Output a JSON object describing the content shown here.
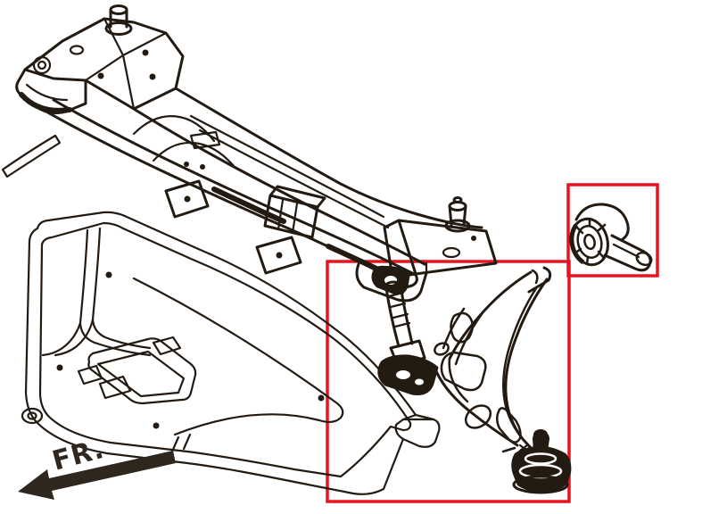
{
  "page": {
    "background": "#ffffff",
    "kind": "vehicle-parts-line-diagram"
  },
  "colors": {
    "line_ink": "#231a12",
    "highlight_red": "#e8141e",
    "direction_arrow": "#2f261e"
  },
  "labels": {
    "direction": "FR."
  },
  "parts": [
    {
      "name": "front-subframe-crossmember",
      "highlighted": false
    },
    {
      "name": "under-cover-skid-plate",
      "highlighted": false
    },
    {
      "name": "front-lower-control-arm",
      "highlighted": true
    },
    {
      "name": "control-arm-rear-bushing",
      "highlighted": true
    }
  ],
  "highlight_boxes": [
    {
      "name": "control-arm-highlight-box"
    },
    {
      "name": "bushing-highlight-box"
    }
  ]
}
